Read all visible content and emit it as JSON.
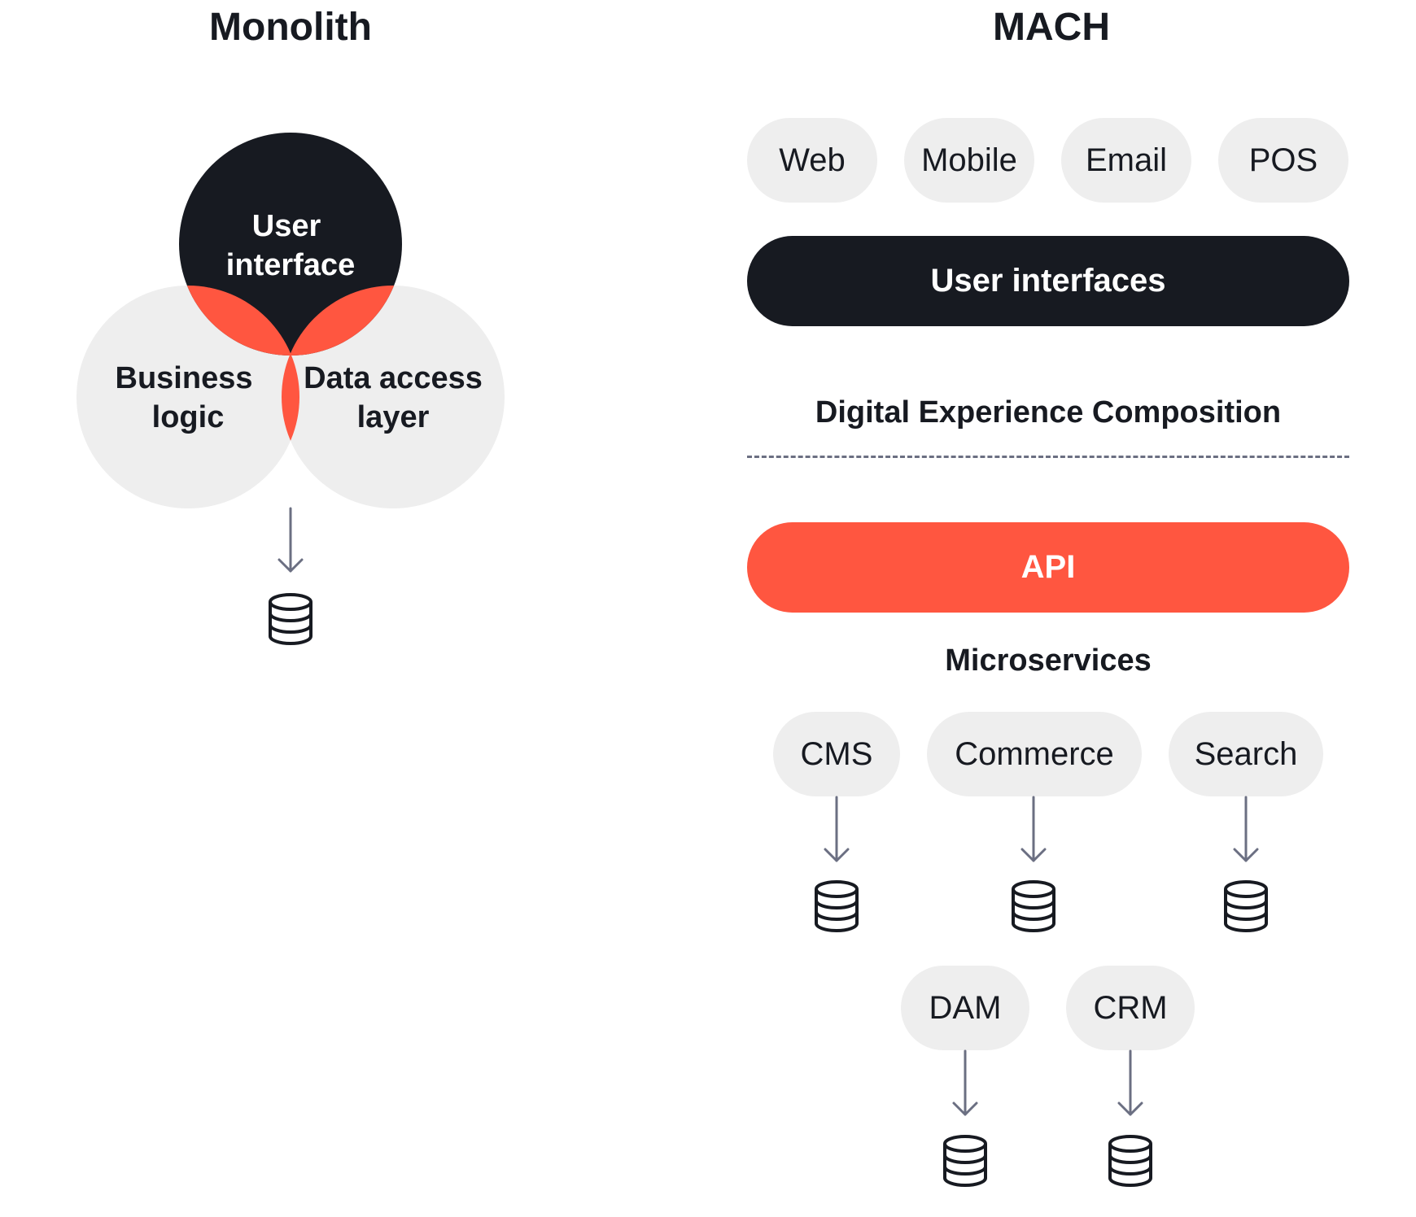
{
  "colors": {
    "dark": "#171a21",
    "accent": "#ff5640",
    "light": "#eeeeee",
    "arrow": "#6b6f82"
  },
  "monolith": {
    "title": "Monolith",
    "venn": {
      "top": [
        "User",
        "interface"
      ],
      "left": [
        "Business",
        "logic"
      ],
      "right": [
        "Data access",
        "layer"
      ]
    },
    "database_icon": "database-icon"
  },
  "mach": {
    "title": "MACH",
    "channels": [
      "Web",
      "Mobile",
      "Email",
      "POS"
    ],
    "user_interfaces_label": "User interfaces",
    "dxc_label": "Digital Experience Composition",
    "api_label": "API",
    "microservices_label": "Microservices",
    "services_row1": [
      "CMS",
      "Commerce",
      "Search"
    ],
    "services_row2": [
      "DAM",
      "CRM"
    ],
    "database_icon": "database-icon"
  }
}
